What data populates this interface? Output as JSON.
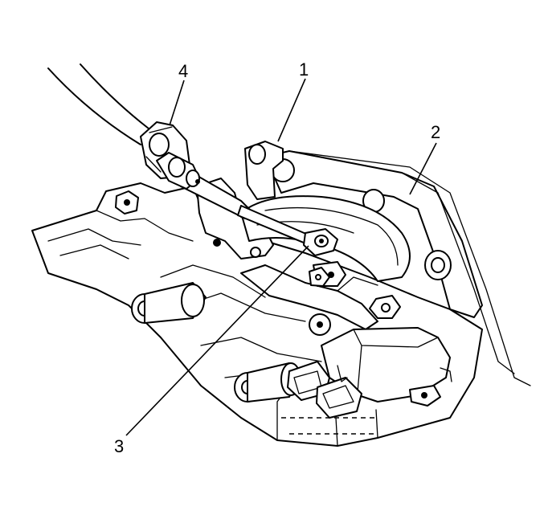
{
  "callouts": {
    "c1": "1",
    "c2": "2",
    "c3": "3",
    "c4": "4"
  },
  "icons": {
    "cable": "shift-cable-icon",
    "connector": "cable-connector-icon",
    "bracket": "cable-bracket-icon",
    "lever": "manual-shift-lever-icon",
    "switch": "park-neutral-switch-icon",
    "housing": "transmission-housing-icon",
    "cover": "side-cover-icon"
  },
  "colors": {
    "line": "#000000",
    "background": "#ffffff"
  }
}
